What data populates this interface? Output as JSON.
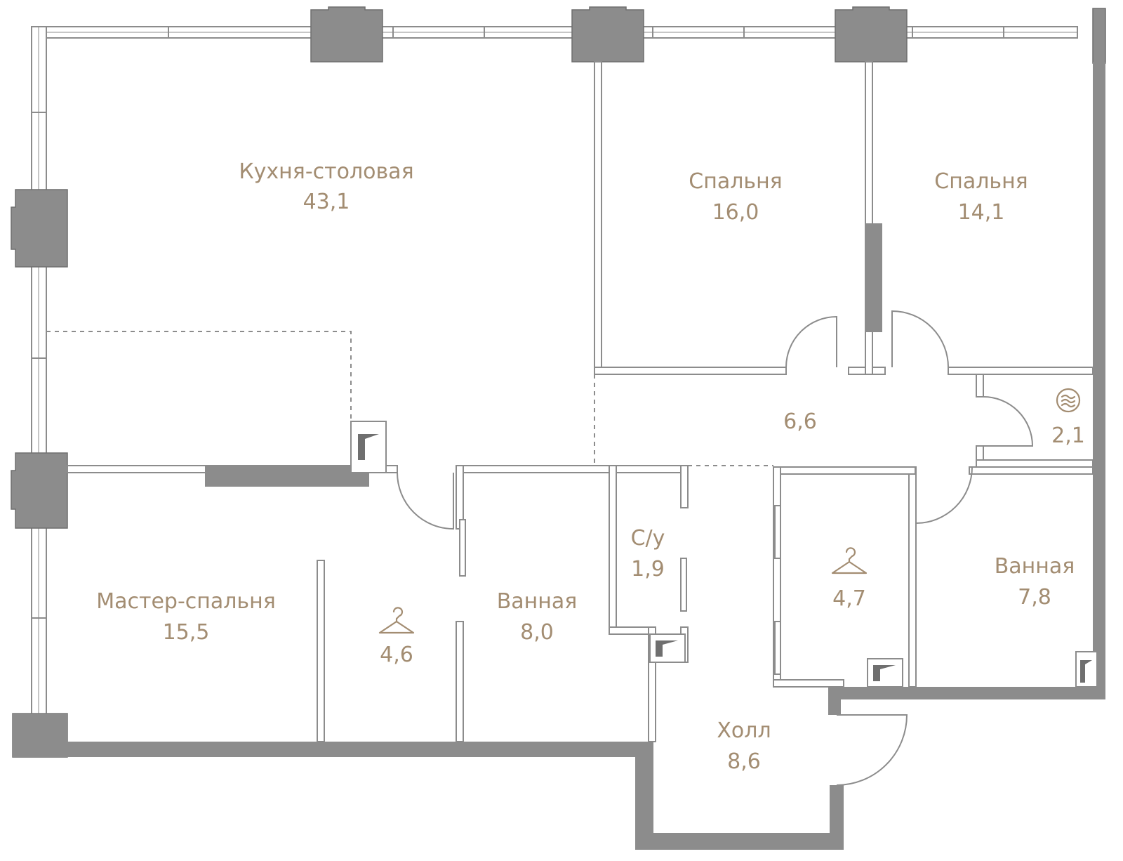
{
  "colors": {
    "label": "#a38d72",
    "wall": "#8c8c8c",
    "wall_dark": "#6f6f6f",
    "background": "#ffffff"
  },
  "rooms": [
    {
      "id": "kitchen",
      "name": "Кухня-столовая",
      "area": "43,1"
    },
    {
      "id": "bedroom-1",
      "name": "Спальня",
      "area": "16,0"
    },
    {
      "id": "bedroom-2",
      "name": "Спальня",
      "area": "14,1"
    },
    {
      "id": "corridor",
      "name": "",
      "area": "6,6"
    },
    {
      "id": "laundry",
      "name": "",
      "area": "2,1",
      "icon": "laundry-icon"
    },
    {
      "id": "master-bedroom",
      "name": "Мастер-спальня",
      "area": "15,5"
    },
    {
      "id": "wardrobe-1",
      "name": "",
      "area": "4,6",
      "icon": "hanger-icon"
    },
    {
      "id": "bathroom-1",
      "name": "Ванная",
      "area": "8,0"
    },
    {
      "id": "wc",
      "name": "С/у",
      "area": "1,9"
    },
    {
      "id": "wardrobe-2",
      "name": "",
      "area": "4,7",
      "icon": "hanger-icon"
    },
    {
      "id": "bathroom-2",
      "name": "Ванная",
      "area": "7,8"
    },
    {
      "id": "hall",
      "name": "Холл",
      "area": "8,6"
    }
  ]
}
